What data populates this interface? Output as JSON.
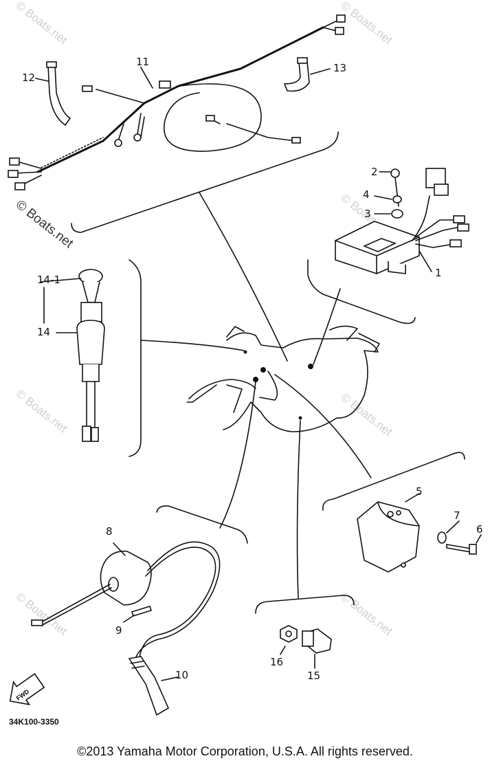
{
  "watermark": "© Boats.net",
  "diagram_code": "34K100-3350",
  "fwd_label": "FWD",
  "copyright": "©2013 Yamaha Motor Corporation, U.S.A. All rights reserved.",
  "callouts": {
    "c1": "1",
    "c2": "2",
    "c3": "3",
    "c4": "4",
    "c5": "5",
    "c6": "6",
    "c7": "7",
    "c8": "8",
    "c9": "9",
    "c10": "10",
    "c11": "11",
    "c12": "12",
    "c13": "13",
    "c14": "14",
    "c14_1": "14-1",
    "c15": "15",
    "c16": "16"
  }
}
